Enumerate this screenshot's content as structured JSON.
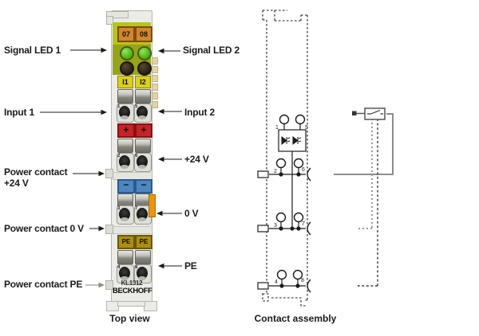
{
  "captions": {
    "top_view": "Top view",
    "contact_assembly": "Contact assembly"
  },
  "callouts": {
    "signal_led_1": "Signal LED 1",
    "signal_led_2": "Signal LED 2",
    "input_1": "Input 1",
    "input_2": "Input 2",
    "power_contact": "Power contact",
    "power_contact_v": "+24 V",
    "v24": "+24 V",
    "v0": "0 V",
    "pe": "PE",
    "power_contact_0v": "Power contact 0 V",
    "power_contact_pe": "Power contact PE"
  },
  "module": {
    "model": "KL1312",
    "brand": "BECKHOFF",
    "address_labels": [
      "07",
      "08"
    ],
    "channel_labels": [
      "I1",
      "I2"
    ],
    "plus_label": "+",
    "minus_label": "−",
    "pe_label": "PE",
    "terminal_numbers": [
      "1",
      "5",
      "2",
      "6",
      "3",
      "7",
      "4",
      "8"
    ]
  },
  "assembly": {
    "terminal_numbers": [
      "1",
      "5",
      "2",
      "6",
      "3",
      "7",
      "4",
      "8"
    ]
  },
  "colors": {
    "lime_strip": "#b6c41f",
    "led_panel": "#96a41c",
    "orange_label": "#d2862c",
    "green_led": "#5cc41e",
    "dark_led": "#352a1f",
    "yellow_channel": "#d8d01e",
    "red_plus": "#c22428",
    "blue_minus": "#4e86c0",
    "pe_gold": "#ab8e12",
    "power_tab_orange": "#e89511",
    "housing": "#ebebe7"
  }
}
